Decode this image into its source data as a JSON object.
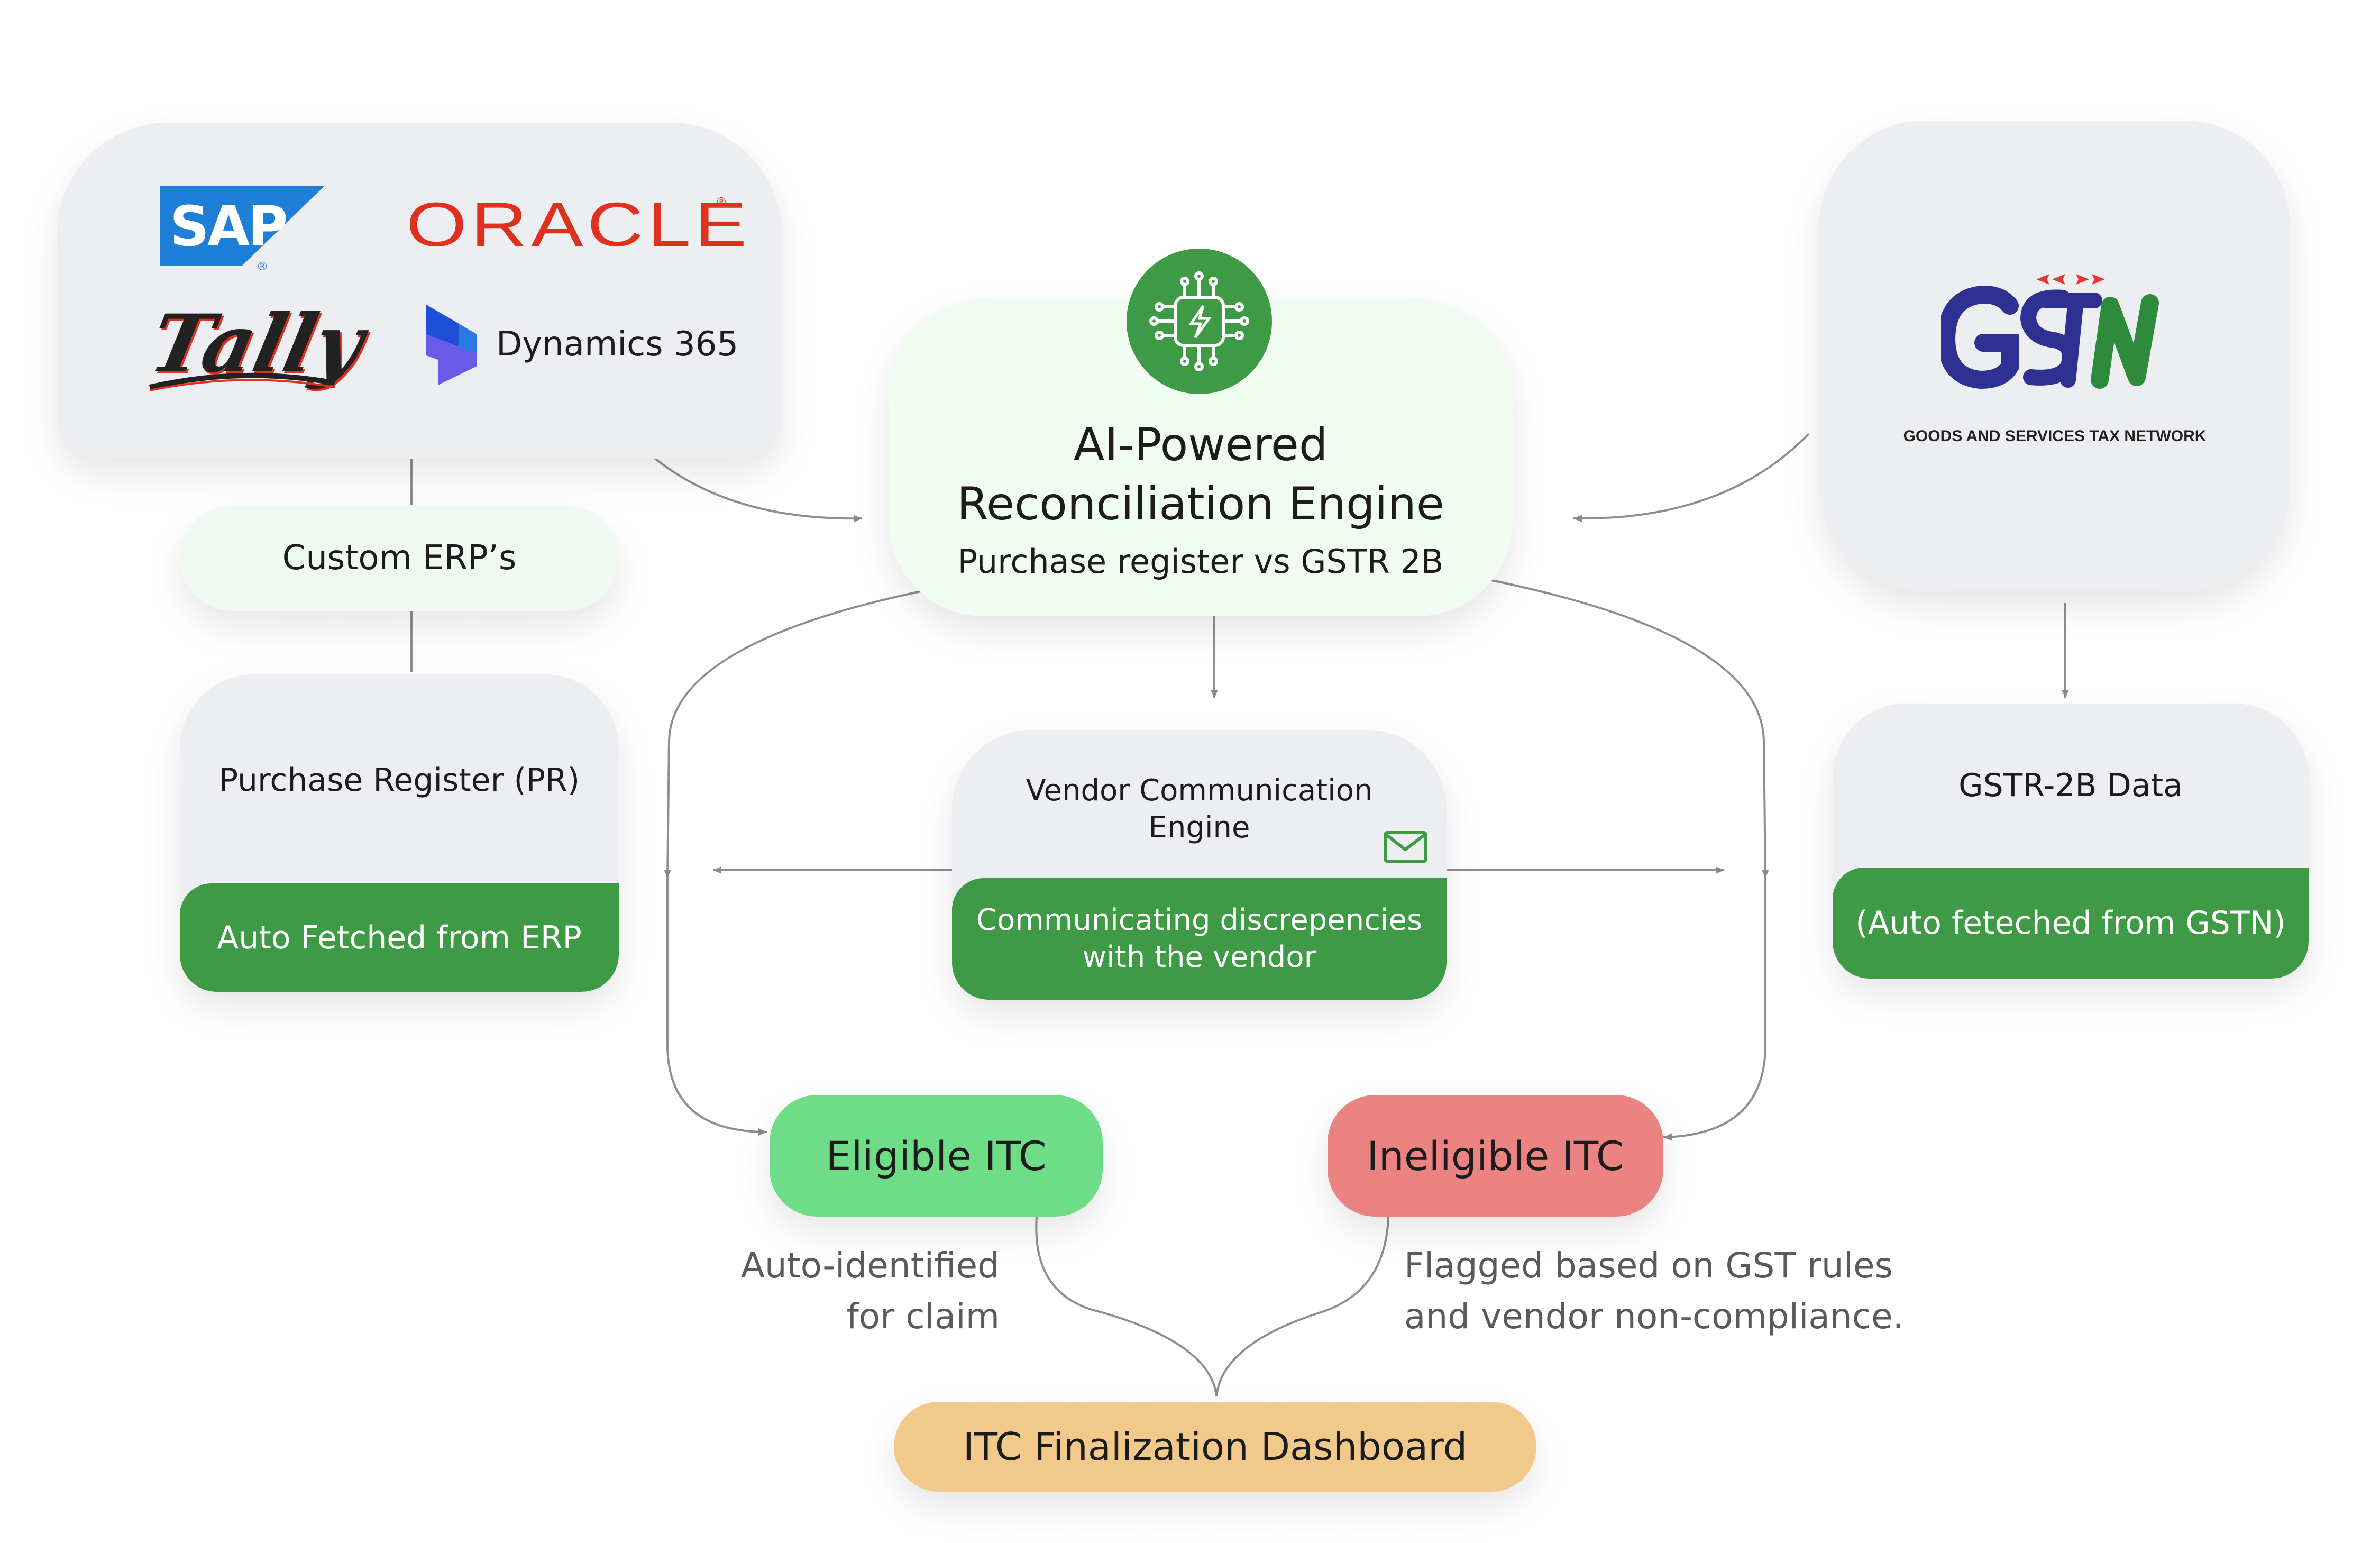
{
  "erp": {
    "logos": [
      "SAP",
      "ORACLE",
      "Tally",
      "Dynamics 365"
    ],
    "sap_registered": "®",
    "oracle_registered": "®"
  },
  "custom_erp": "Custom ERP’s",
  "purchase_register": {
    "title": "Purchase Register (PR)",
    "subtitle": "Auto Fetched from ERP"
  },
  "engine": {
    "title_line1": "AI-Powered",
    "title_line2": "Reconciliation Engine",
    "subtitle": "Purchase register vs GSTR 2B",
    "icon": "ai-chip-icon"
  },
  "vendor": {
    "title_line1": "Vendor Communication",
    "title_line2": "Engine",
    "subtitle_line1": "Communicating discrepencies",
    "subtitle_line2": "with the vendor",
    "icon": "mail-icon"
  },
  "gstn": {
    "logo_text": "GSTN",
    "tagline": "GOODS AND SERVICES TAX NETWORK"
  },
  "gstr2b": {
    "title": "GSTR-2B Data",
    "subtitle": "(Auto feteched from GSTN)"
  },
  "eligible": {
    "label": "Eligible ITC",
    "note_line1": "Auto-identified",
    "note_line2": "for claim"
  },
  "ineligible": {
    "label": "Ineligible ITC",
    "note_line1": "Flagged based on GST rules",
    "note_line2": "and vendor non-compliance."
  },
  "dashboard": {
    "label": "ITC Finalization Dashboard"
  },
  "colors": {
    "green_dark": "#3f9a45",
    "green_light_box": "#f0fbf2",
    "custom_erp_bg": "#eefaf1",
    "eligible_bg": "#6fdc88",
    "ineligible_bg": "#ec8383",
    "dashboard_bg": "#f1c98a",
    "grey_box": "#eceef1",
    "sap_blue": "#1d7fd8",
    "oracle_red": "#e0301e",
    "gstn_blue": "#2e3192",
    "gstn_green": "#2e8b3b",
    "gstn_red": "#e53935"
  }
}
